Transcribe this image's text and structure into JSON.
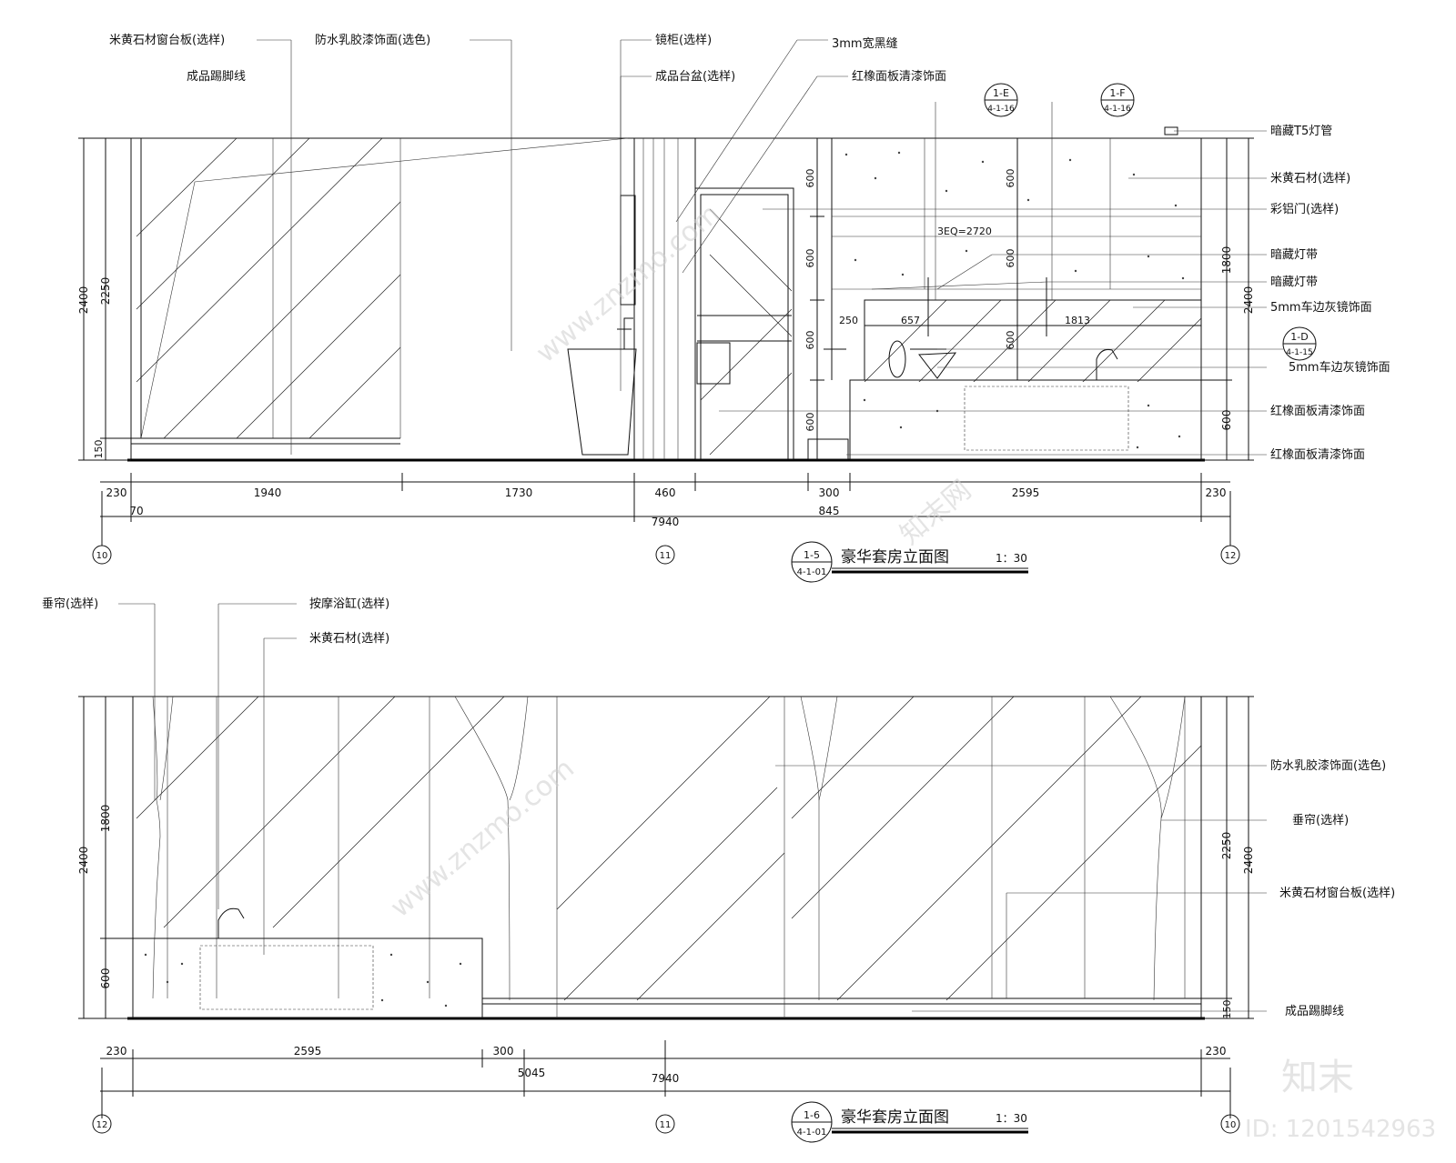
{
  "elevation_top": {
    "title": "豪华套房立面图",
    "scale": "1：30",
    "ref_num": "1-5",
    "ref_sheet": "4-1-01",
    "left_labels": {
      "sill": "米黄石材窗台板(选样)",
      "skirting": "成品踢脚线",
      "paint": "防水乳胶漆饰面(选色)",
      "mirror_cabinet": "镜柜(选样)",
      "basin": "成品台盆(选样)",
      "black_joint": "3mm宽黑缝",
      "oak_top": "红橡面板清漆饰面"
    },
    "right_labels": [
      "暗藏T5灯管",
      "米黄石材(选样)",
      "彩铝门(选样)",
      "暗藏灯带",
      "暗藏灯带",
      "5mm车边灰镜饰面",
      "5mm车边灰镜饰面",
      "红橡面板清漆饰面",
      "红橡面板清漆饰面"
    ],
    "section_marks": [
      {
        "num": "1-E",
        "sheet": "4-1-16"
      },
      {
        "num": "1-F",
        "sheet": "4-1-16"
      },
      {
        "num": "1-D",
        "sheet": "4-1-15"
      }
    ],
    "inner_dims": {
      "eq": "3EQ=2720",
      "d250": "250",
      "d657": "657",
      "d1813": "1813"
    },
    "vert_dims_left": {
      "h2400": "2400",
      "h2250": "2250",
      "h150": "150"
    },
    "vert_dims_mid": [
      "600",
      "600",
      "600",
      "600"
    ],
    "vert_dims_mid2": [
      "600",
      "600",
      "600"
    ],
    "vert_dims_right": {
      "h1800": "1800",
      "h600": "600",
      "h2400": "2400"
    },
    "bottom_dims": [
      "230",
      "1940",
      "1730",
      "460",
      "300",
      "2595",
      "230"
    ],
    "bottom_dims2": {
      "d70": "70",
      "d845": "845"
    },
    "total": "7940",
    "axes": [
      "10",
      "11",
      "12"
    ]
  },
  "elevation_bottom": {
    "title": "豪华套房立面图",
    "scale": "1：30",
    "ref_num": "1-6",
    "ref_sheet": "4-1-01",
    "top_labels": {
      "curtain": "垂帘(选样)",
      "bathtub": "按摩浴缸(选样)",
      "stone": "米黄石材(选样)"
    },
    "right_labels": {
      "paint": "防水乳胶漆饰面(选色)",
      "curtain": "垂帘(选样)",
      "sill": "米黄石材窗台板(选样)",
      "skirting": "成品踢脚线"
    },
    "vert_dims_left": {
      "h2400": "2400",
      "h1800": "1800",
      "h600": "600"
    },
    "vert_dims_right": {
      "h2250": "2250",
      "h2400": "2400",
      "h150": "150"
    },
    "bottom_dims": [
      "230",
      "2595",
      "300",
      "230"
    ],
    "d5045": "5045",
    "total": "7940",
    "axes": [
      "12",
      "11",
      "10"
    ]
  },
  "watermark": {
    "logo": "知末",
    "id": "ID: 1201542963",
    "site": "www.znzmo.com",
    "brand": "知末网"
  }
}
